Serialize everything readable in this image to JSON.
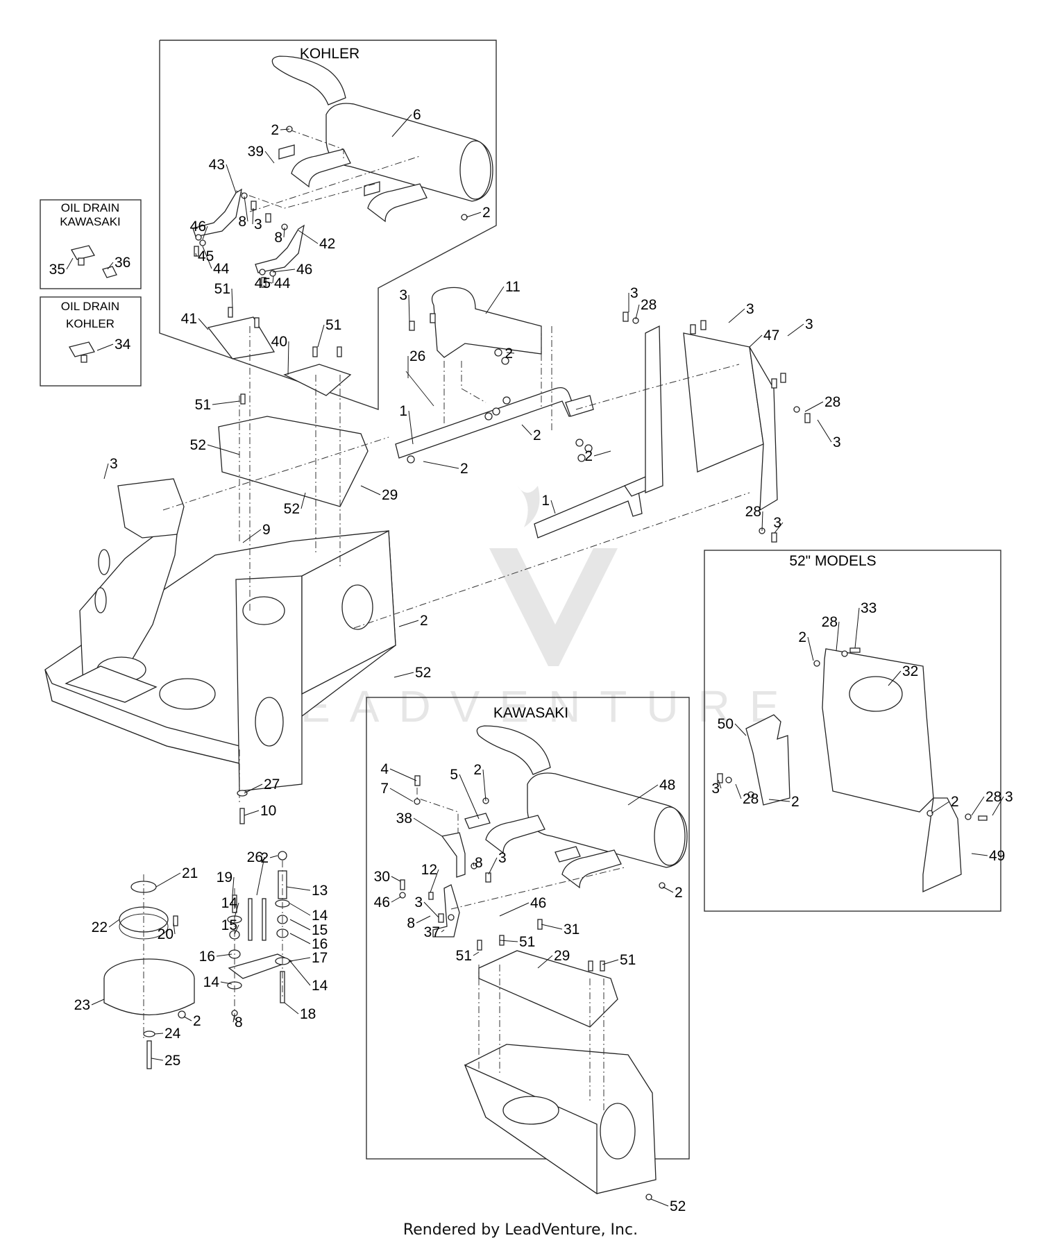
{
  "diagram": {
    "sections": {
      "kohler": "KOHLER",
      "kawasaki": "KAWASAKI",
      "models52": "52\" MODELS",
      "oil_drain_kawasaki": [
        "OIL DRAIN",
        "KAWASAKI"
      ],
      "oil_drain_kohler": [
        "OIL DRAIN",
        "KOHLER"
      ]
    },
    "callouts": {
      "kohler": [
        "6",
        "2",
        "39",
        "43",
        "8",
        "3",
        "8",
        "42",
        "46",
        "45",
        "44",
        "46",
        "45",
        "44",
        "2",
        "51",
        "41",
        "51",
        "40"
      ],
      "oil_drain_kawasaki": [
        "35",
        "36"
      ],
      "oil_drain_kohler": [
        "34"
      ],
      "frame": [
        "51",
        "52",
        "3",
        "52",
        "29",
        "9",
        "2",
        "52",
        "27",
        "10"
      ],
      "rear_bumper": [
        "3",
        "11",
        "26",
        "2",
        "1",
        "2",
        "2",
        "3",
        "28",
        "3",
        "47",
        "3",
        "28",
        "3",
        "2",
        "1",
        "28",
        "3"
      ],
      "models52": [
        "28",
        "33",
        "2",
        "32",
        "50",
        "3",
        "28",
        "2",
        "2",
        "28",
        "3",
        "49"
      ],
      "clutch": [
        "2",
        "21",
        "13",
        "19",
        "26",
        "14",
        "22",
        "20",
        "14",
        "15",
        "15",
        "16",
        "16",
        "17",
        "23",
        "14",
        "14",
        "2",
        "8",
        "18",
        "24",
        "25"
      ],
      "kawasaki": [
        "4",
        "2",
        "48",
        "7",
        "5",
        "38",
        "30",
        "12",
        "8",
        "3",
        "46",
        "3",
        "46",
        "31",
        "8",
        "51",
        "51",
        "37",
        "29",
        "51",
        "2",
        "52"
      ]
    },
    "watermark": "LEADVENTURE",
    "footer": "Rendered by LeadVenture, Inc."
  }
}
